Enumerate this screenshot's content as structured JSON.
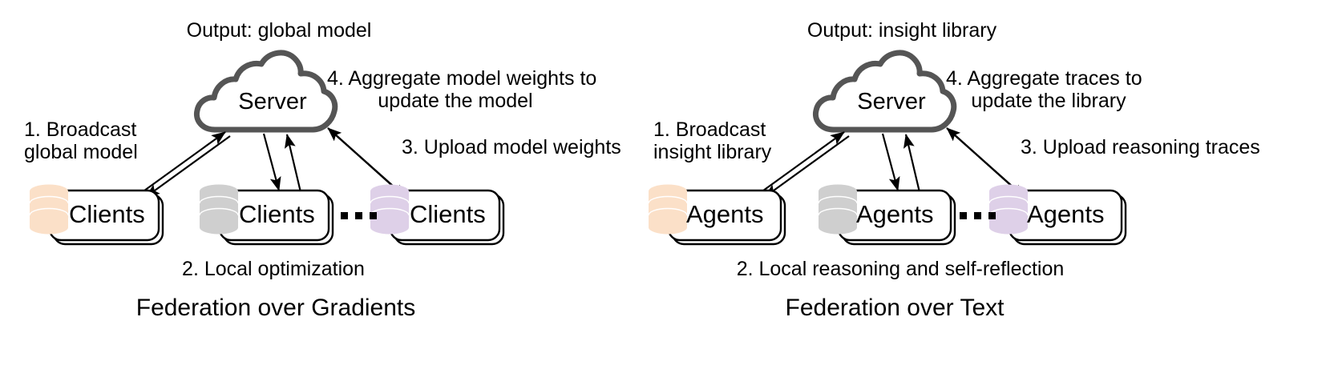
{
  "diagram": {
    "title": "Federated learning comparison diagram",
    "panels": [
      {
        "id": "gradients",
        "output_title": "Output: global model",
        "server_label": "Server",
        "caption": "Federation over Gradients",
        "node_label": "Clients",
        "ellipsis": "▪ ▪ ▪",
        "steps": [
          {
            "num": "1.",
            "text_line1": "1. Broadcast",
            "text_line2": "global model"
          },
          {
            "num": "2.",
            "text_line1": "2. Local optimization",
            "text_line2": ""
          },
          {
            "num": "3.",
            "text_line1": "3. Upload model weights",
            "text_line2": ""
          },
          {
            "num": "4.",
            "text_line1": "4. Aggregate model weights to",
            "text_line2": "update the model"
          }
        ],
        "nodes": [
          {
            "label": "Clients",
            "db_color": "#fbe0c8"
          },
          {
            "label": "Clients",
            "db_color": "#cfcfcf"
          },
          {
            "label": "Clients",
            "db_color": "#ded0e8"
          }
        ]
      },
      {
        "id": "text",
        "output_title": "Output: insight library",
        "server_label": "Server",
        "caption": "Federation over Text",
        "node_label": "Agents",
        "ellipsis": "▪ ▪ ▪",
        "steps": [
          {
            "num": "1.",
            "text_line1": "1. Broadcast",
            "text_line2": "insight library"
          },
          {
            "num": "2.",
            "text_line1": "2. Local reasoning and self-reflection",
            "text_line2": ""
          },
          {
            "num": "3.",
            "text_line1": "3. Upload reasoning traces",
            "text_line2": ""
          },
          {
            "num": "4.",
            "text_line1": "4. Aggregate traces to",
            "text_line2": "update the library"
          }
        ],
        "nodes": [
          {
            "label": "Agents",
            "db_color": "#fbe0c8"
          },
          {
            "label": "Agents",
            "db_color": "#cfcfcf"
          },
          {
            "label": "Agents",
            "db_color": "#ded0e8"
          }
        ]
      }
    ],
    "colors": {
      "cloud_stroke": "#555555",
      "box_stroke": "#000000",
      "arrow": "#000000",
      "db_orange": "#fbe0c8",
      "db_gray": "#cfcfcf",
      "db_purple": "#ded0e8",
      "background": "#ffffff"
    }
  }
}
